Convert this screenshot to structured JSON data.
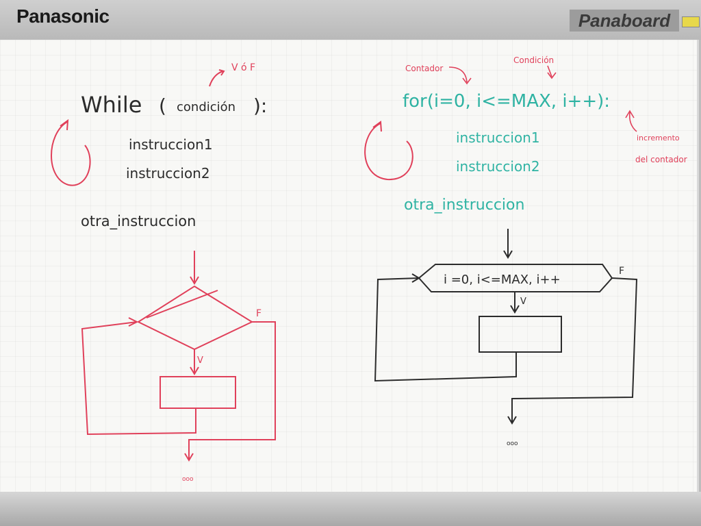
{
  "brand": {
    "left": "Panasonic",
    "right": "Panaboard"
  },
  "colors": {
    "black_ink": "#2b2b2b",
    "red_ink": "#e0405a",
    "teal_ink": "#2fb3a3"
  },
  "while_side": {
    "annotation_vof": "V ó F",
    "header_keyword": "While",
    "header_open": "(",
    "header_condition": "condición",
    "header_close": "):",
    "instr1": "instruccion1",
    "instr2": "instruccion2",
    "after": "otra_instruccion",
    "label_true": "V",
    "label_false": "F",
    "continue_dots": "ooo"
  },
  "for_side": {
    "annotation_counter": "Contador",
    "annotation_condition": "Condición",
    "header_text": "for(i=0, i<=MAX, i++):",
    "annotation_increment_1": "incremento",
    "annotation_increment_2": "del contador",
    "instr1": "instruccion1",
    "instr2": "instruccion2",
    "after": "otra_instruccion",
    "hexagon_text": "i =0,  i<=MAX, i++",
    "label_true": "V",
    "label_false": "F",
    "continue_dots": "ooo"
  }
}
